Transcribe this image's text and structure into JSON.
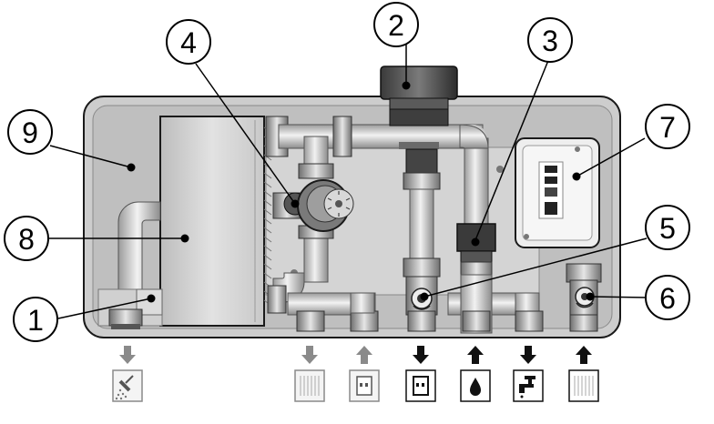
{
  "callouts": [
    {
      "label": "1",
      "part": "connection-fitting-left"
    },
    {
      "label": "2",
      "part": "top-union-nut"
    },
    {
      "label": "3",
      "part": "vertical-pipe-valve"
    },
    {
      "label": "4",
      "part": "mixing-valve"
    },
    {
      "label": "5",
      "part": "ball-valve-center"
    },
    {
      "label": "6",
      "part": "ball-valve-right"
    },
    {
      "label": "7",
      "part": "control-box"
    },
    {
      "label": "8",
      "part": "heat-exchanger"
    },
    {
      "label": "9",
      "part": "housing"
    }
  ],
  "legend": [
    {
      "direction": "down",
      "icon": "shower-icon",
      "emphasis": "light"
    },
    {
      "direction": "down",
      "icon": "radiator-icon",
      "emphasis": "light"
    },
    {
      "direction": "up",
      "icon": "boiler-icon",
      "emphasis": "light"
    },
    {
      "direction": "down",
      "icon": "boiler-icon",
      "emphasis": "dark"
    },
    {
      "direction": "up",
      "icon": "water-drop-icon",
      "emphasis": "dark"
    },
    {
      "direction": "down",
      "icon": "tap-icon",
      "emphasis": "dark"
    },
    {
      "direction": "up",
      "icon": "radiator-icon",
      "emphasis": "dark"
    }
  ],
  "colors": {
    "housing": "#cfcfcf",
    "panel": "#c4c4c4",
    "pipe": "#dcdcdc",
    "outline": "#1a1a1a",
    "arrow_light": "#8a8a8a",
    "arrow_dark": "#111111"
  }
}
